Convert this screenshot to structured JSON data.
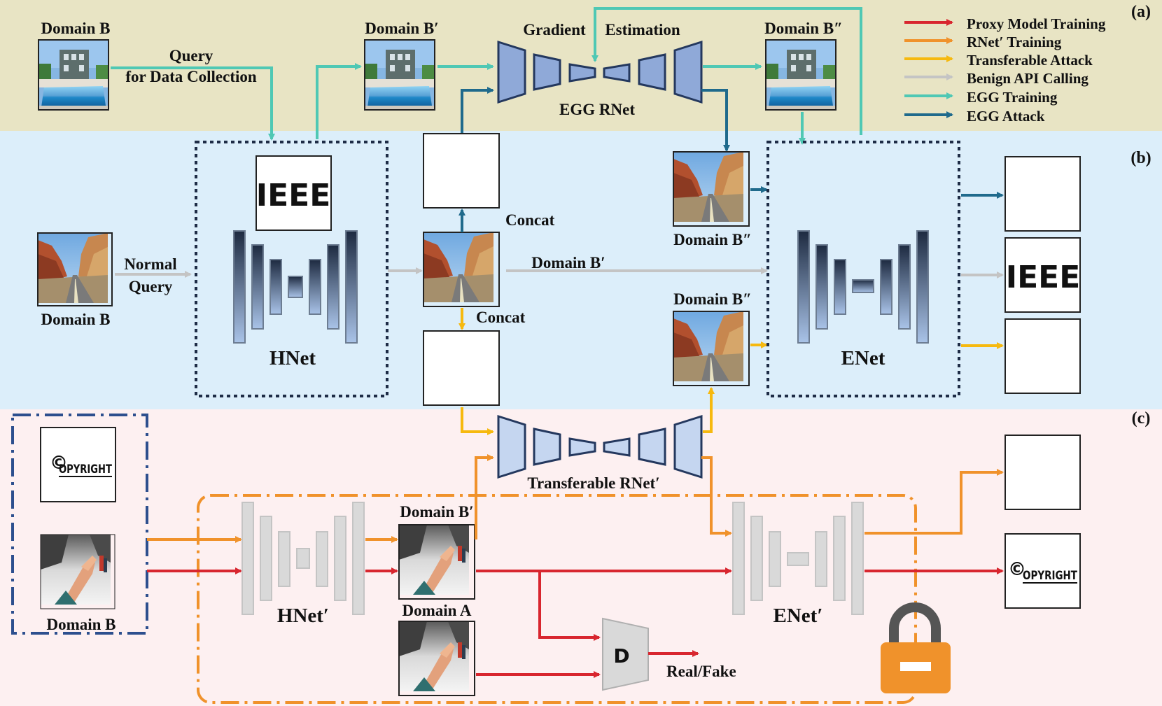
{
  "panels": {
    "a": {
      "tag": "(a)",
      "color": "#e8e4c4"
    },
    "b": {
      "tag": "(b)",
      "color": "#dceefa"
    },
    "c": {
      "tag": "(c)",
      "color": "#fdf0f1"
    }
  },
  "legend": [
    {
      "label": "Proxy Model Training",
      "color": "#d8262f"
    },
    {
      "label": "RNet′ Training",
      "color": "#f0922b"
    },
    {
      "label": "Transferable Attack",
      "color": "#f6b90f"
    },
    {
      "label": "Benign API Calling",
      "color": "#c4c4c4"
    },
    {
      "label": "EGG Training",
      "color": "#4fc8b4"
    },
    {
      "label": "EGG Attack",
      "color": "#1f6a8c"
    }
  ],
  "labels": {
    "a_domain_b": "Domain B",
    "query": "Query",
    "for_data_collection": "for Data Collection",
    "a_domain_b_prime": "Domain B′",
    "gradient": "Gradient",
    "estimation": "Estimation",
    "egg_rnet": "EGG RNet",
    "a_domain_b_dprime": "Domain B″",
    "b_domain_b": "Domain B",
    "normal": "Normal",
    "query2": "Query",
    "hnet": "HNet",
    "concat_top": "Concat",
    "concat_bottom": "Concat",
    "b_domain_b_prime": "Domain B′",
    "b_domain_b_dprime_top": "Domain B″",
    "b_domain_b_dprime_bottom": "Domain B″",
    "enet": "ENet",
    "transferable_rnet": "Transferable RNet′",
    "c_domain_b_prime": "Domain B′",
    "hnet_prime": "HNet′",
    "domain_a": "Domain A",
    "enet_prime": "ENet′",
    "c_domain_b": "Domain B",
    "discriminator": "D",
    "real_fake": "Real/Fake"
  },
  "logos": {
    "ieee": "IEEE",
    "copyright": "OPYRIGHT",
    "copyright_symbol": "©"
  }
}
